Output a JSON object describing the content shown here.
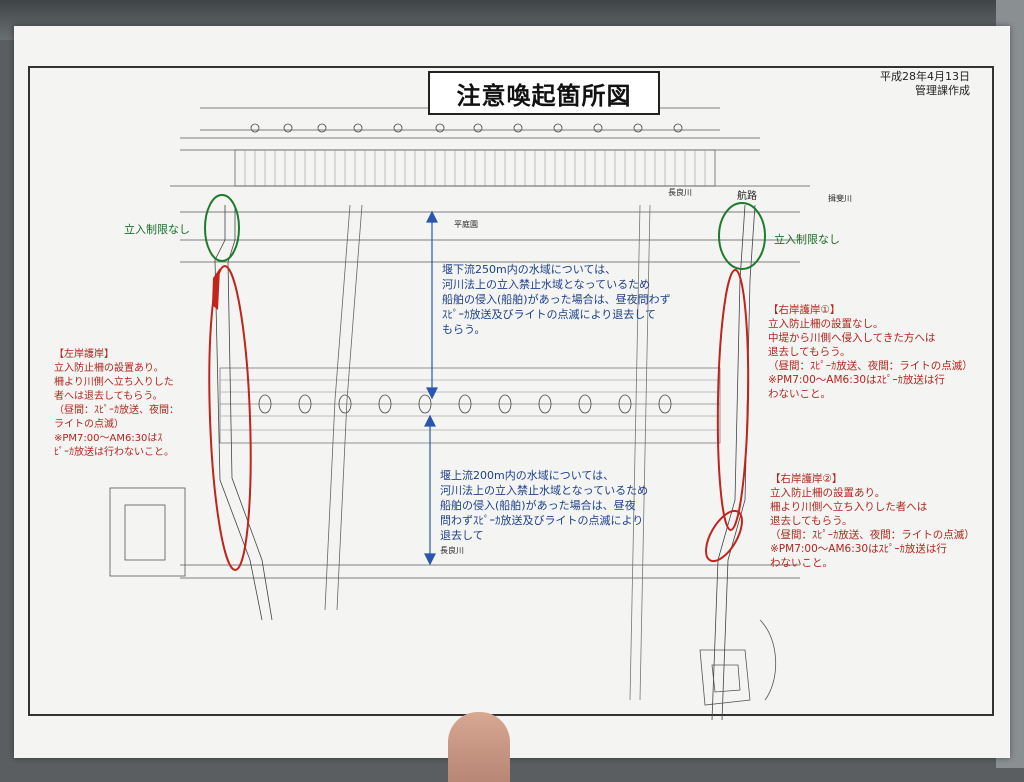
{
  "title": "注意喚起箇所図",
  "date": "平成28年4月13日",
  "author": "管理課作成",
  "labels": {
    "nagara": "長良川",
    "koro": "航路",
    "kaido": "揖斐川",
    "heichido": "平庭園",
    "nagara_bottom": "長良川"
  },
  "green_left": "立入制限なし",
  "green_right": "立入制限なし",
  "blue_top": "堰下流250m内の水域については、\n河川法上の立入禁止水域となっているため\n船舶の侵入(船舶)があった場合は、昼夜問わず\nｽﾋﾟｰｶ放送及びライトの点滅により退去して\nもらう。",
  "blue_bottom": "堰上流200m内の水域については、\n河川法上の立入禁止水域となっているため\n船舶の侵入(船舶)があった場合は、昼夜\n問わずｽﾋﾟｰｶ放送及びライトの点滅により\n退去して",
  "left_bank": "【左岸護岸】\n立入防止柵の設置あり。\n柵より川側へ立ち入りした\n者へは退去してもらう。\n（昼間：ｽﾋﾟｰｶ放送、夜間：\nライトの点滅）\n※PM7:00〜AM6:30はｽ\nﾋﾟｰｶ放送は行わないこと。",
  "right_bank_1": "【右岸護岸①】\n立入防止柵の設置なし。\n中堤から川側へ侵入してきた方へは\n退去してもらう。\n（昼間：ｽﾋﾟｰｶ放送、夜間：ライトの点滅）\n※PM7:00〜AM6:30はｽﾋﾟｰｶ放送は行\nわないこと。",
  "right_bank_2": "【右岸護岸②】\n立入防止柵の設置あり。\n柵より川側へ立ち入りした者へは\n退去してもらう。\n（昼間：ｽﾋﾟｰｶ放送、夜間：ライトの点滅）\n※PM7:00〜AM6:30はｽﾋﾟｰｶ放送は行\nわないこと。",
  "colors": {
    "blue": "#1d3f8c",
    "red": "#c0241c",
    "green": "#1f7a2e"
  }
}
